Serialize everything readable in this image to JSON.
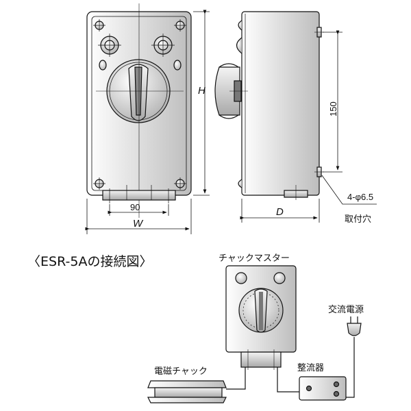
{
  "front_view": {
    "dim_h": "H",
    "dim_90": "90",
    "dim_w": "W"
  },
  "side_view": {
    "dim_150": "150",
    "dim_d": "D",
    "hole_spec": "4-φ6.5",
    "hole_label": "取付穴"
  },
  "connection": {
    "title": "〈ESR-5Aの接続図〉",
    "chuck_master_label": "チャックマスター",
    "ac_source_label": "交流電源",
    "rectifier_label": "整流器",
    "magnetic_chuck_label": "電磁チャック"
  }
}
